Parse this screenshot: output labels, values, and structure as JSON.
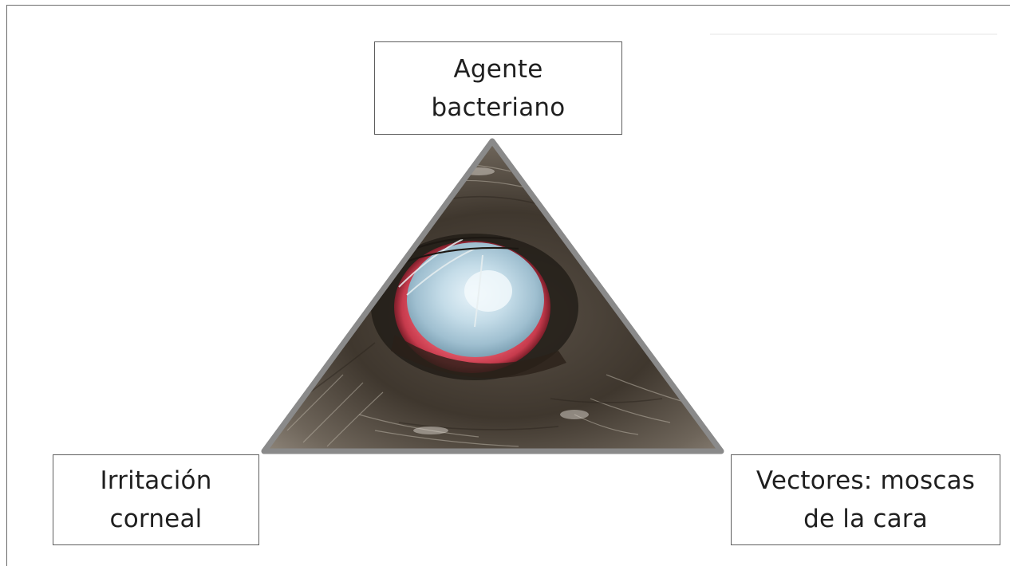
{
  "diagram": {
    "nodes": {
      "top": "Agente\nbacteriano",
      "left": "Irritación\ncorneal",
      "right": "Vectores: moscas\nde la cara"
    },
    "image": "eye-photo",
    "colors": {
      "triangle_border": "#8a8a8a",
      "box_border": "#5e5e5e",
      "text": "#1f1f1f",
      "iris_red": "#d8485a",
      "cornea": "#cfe3ee",
      "fur_dark": "#3a3128",
      "fur_light": "#8c8377"
    }
  }
}
